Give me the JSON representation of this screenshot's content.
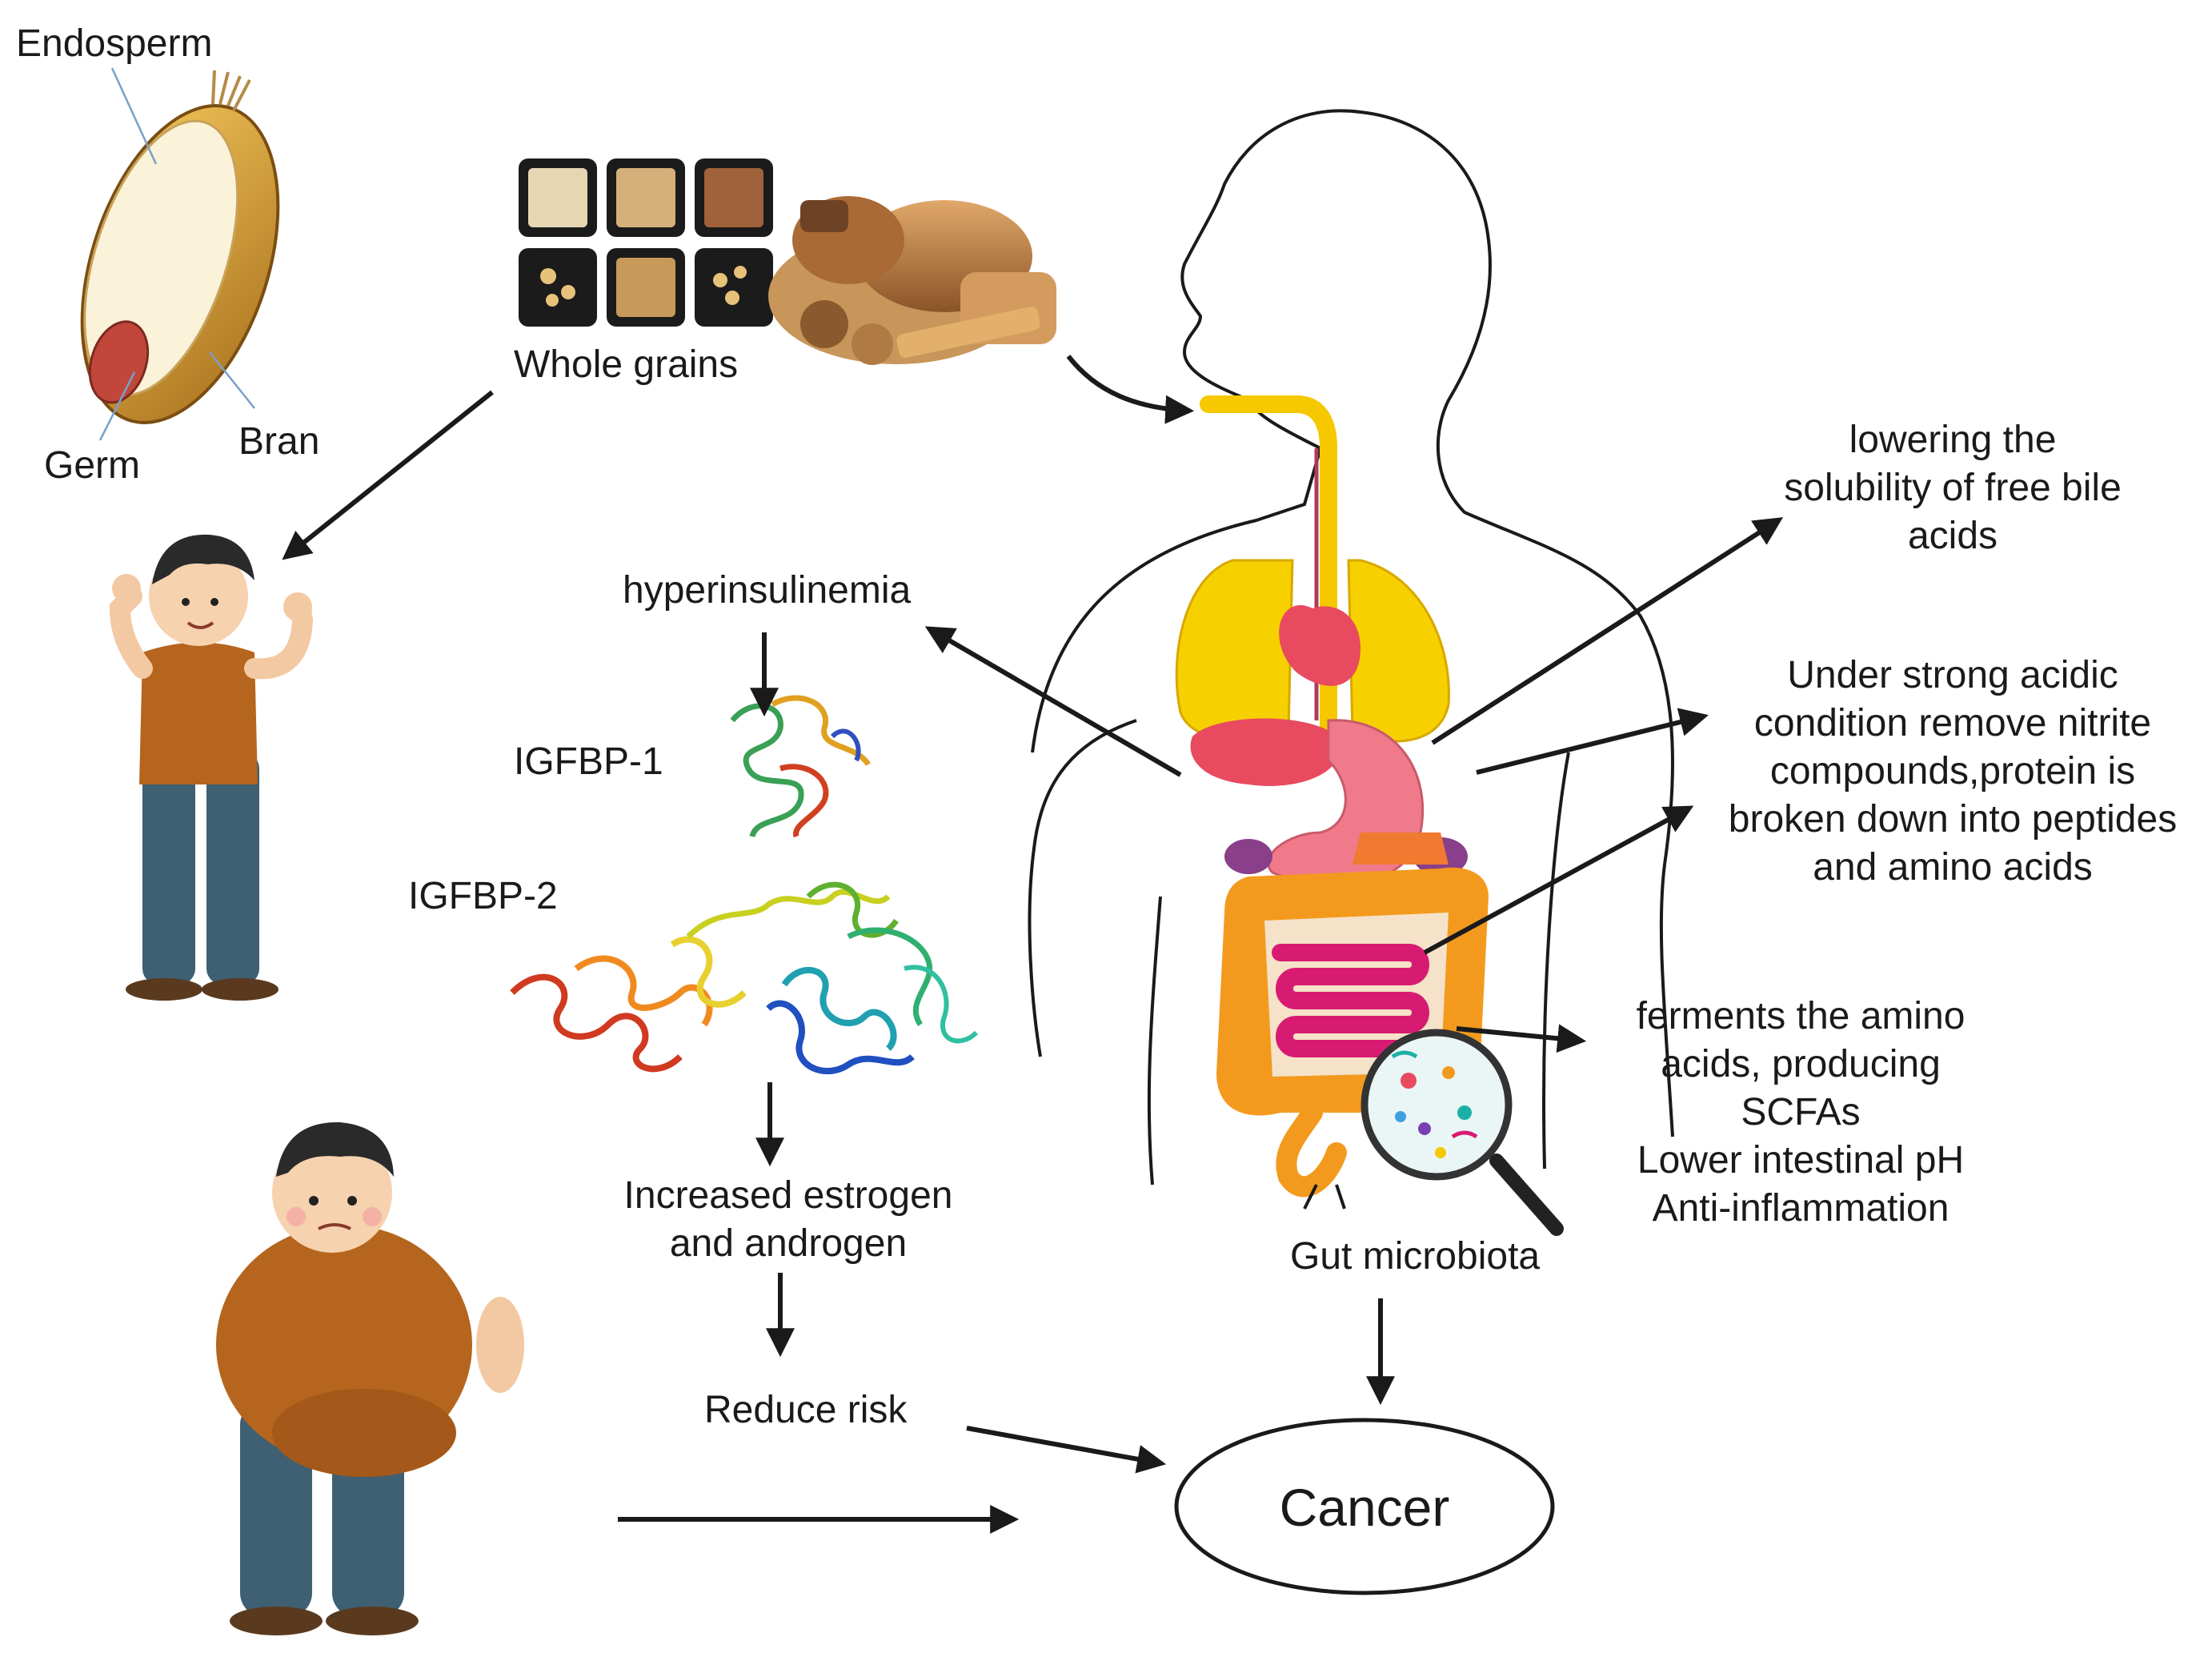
{
  "grain": {
    "endosperm": "Endosperm",
    "germ": "Germ",
    "bran": "Bran"
  },
  "whole_grains": "Whole grains",
  "pathway": {
    "hyperinsulinemia": "hyperinsulinemia",
    "igfbp1": "IGFBP-1",
    "igfbp2": "IGFBP-2",
    "hormones": [
      "Increased estrogen",
      "and androgen"
    ],
    "reduce_risk": "Reduce risk"
  },
  "effects": {
    "bile": [
      "lowering the",
      "solubility of free bile",
      "acids"
    ],
    "acidic": [
      "Under strong acidic",
      "condition remove nitrite",
      "compounds,protein is",
      "broken down into peptides",
      "and amino acids"
    ],
    "ferment": [
      "ferments the amino",
      "acids, producing",
      "SCFAs",
      "Lower intestinal pH",
      "Anti-inflammation"
    ]
  },
  "gut_microbiota": "Gut microbiota",
  "cancer": "Cancer",
  "colors": {
    "esophagus": "#f5c800",
    "lungs": "#f7d000",
    "heart": "#e84a5f",
    "stomach": "#f07a8a",
    "colon": "#f39a1e",
    "small_intestine": "#d81b72",
    "shirt": "#b5651d",
    "pants": "#3f5f73"
  }
}
